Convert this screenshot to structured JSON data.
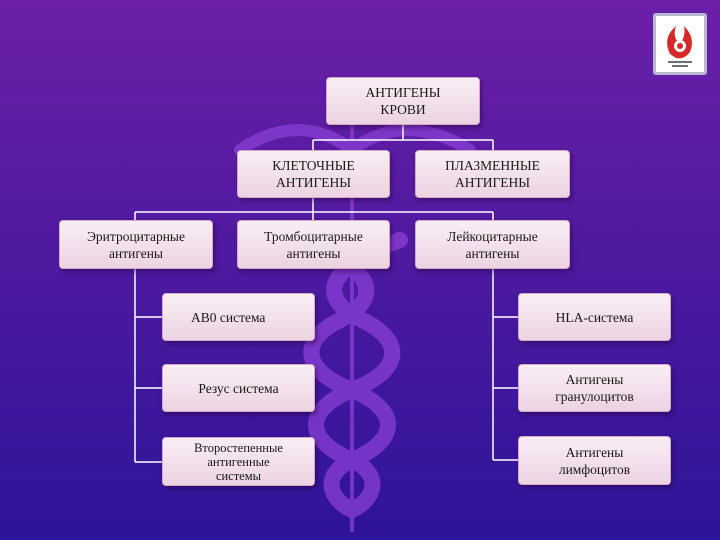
{
  "diagram": {
    "root": "АНТИГЕНЫ\nКРОВИ",
    "level1": [
      "КЛЕТОЧНЫЕ\nАНТИГЕНЫ",
      "ПЛАЗМЕННЫЕ\nАНТИГЕНЫ"
    ],
    "level2": [
      "Эритроцитарные\nантигены",
      "Тромбоцитарные\nантигены",
      "Лейкоцитарные\nантигены"
    ],
    "erythrocyte_systems": [
      "АВ0 система",
      "Резус система",
      "Второстепенные\nантигенные\nсистемы"
    ],
    "leukocyte_systems": [
      "HLA-система",
      "Антигены\nгранулоцитов",
      "Антигены\nлимфоцитов"
    ]
  },
  "colors": {
    "background_top": "#6c1fa8",
    "background_bottom": "#2e1498",
    "box_fill": "#f7e9f2",
    "connector": "#ffffff",
    "caduceus": "#8a3fd6"
  },
  "icons": [
    "caduceus-icon",
    "logo-icon"
  ]
}
